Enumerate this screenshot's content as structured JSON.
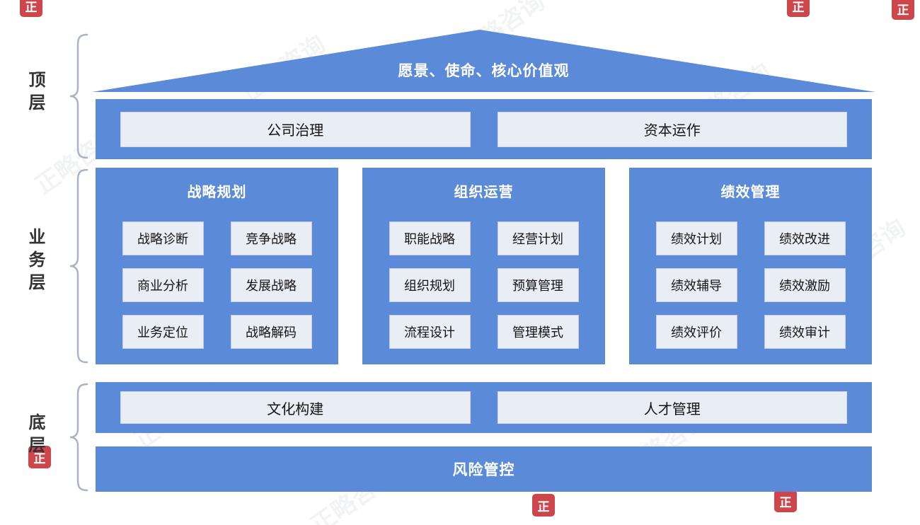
{
  "roof": {
    "title": "愿景、使命、核心价值观"
  },
  "layers": {
    "top": {
      "label": "顶层"
    },
    "business": {
      "label": "业务层"
    },
    "bottom": {
      "label": "底层"
    }
  },
  "governance_bar": {
    "items": [
      "公司治理",
      "资本运作"
    ]
  },
  "columns": [
    {
      "title": "战略规划",
      "items": [
        "战略诊断",
        "竞争战略",
        "商业分析",
        "发展战略",
        "业务定位",
        "战略解码"
      ]
    },
    {
      "title": "组织运营",
      "items": [
        "职能战略",
        "经营计划",
        "组织规划",
        "预算管理",
        "流程设计",
        "管理模式"
      ]
    },
    {
      "title": "绩效管理",
      "items": [
        "绩效计划",
        "绩效改进",
        "绩效辅导",
        "绩效激励",
        "绩效评价",
        "绩效审计"
      ]
    }
  ],
  "culture_bar": {
    "items": [
      "文化构建",
      "人才管理"
    ]
  },
  "risk_bar": {
    "title": "风险管控"
  },
  "watermark": {
    "text": "正略咨询",
    "logo_glyph": "正"
  },
  "colors": {
    "primary_blue": "#5b8bd8",
    "light_box_bg": "#e9edf4",
    "brace_gray": "#a9b4c2",
    "logo_red": "#c5262c"
  }
}
